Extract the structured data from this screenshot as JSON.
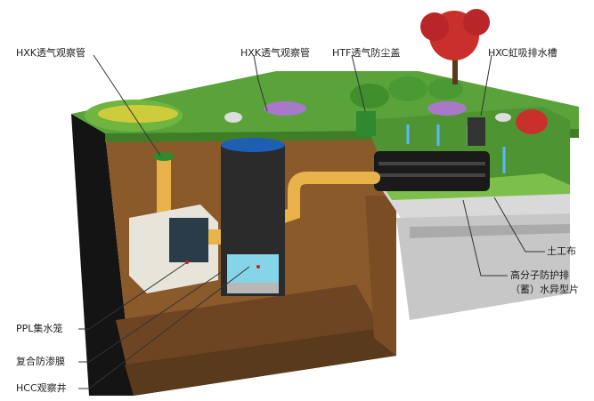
{
  "labels": {
    "hxk_left": "HXK透气观察管",
    "hxk_mid": "HXK透气观察管",
    "htf": "HTF透气防尘盖",
    "hxc": "HXC虹吸排水槽",
    "geotextile": "土工布",
    "drain_board_line1": "高分子防护排",
    "drain_board_line2": "（蓄）水异型片",
    "ppl": "PPL集水笼",
    "membrane": "复合防渗膜",
    "hcc": "HCC观察井"
  },
  "colors": {
    "soil": "#8b5a2b",
    "soil_dark": "#5a3a1c",
    "side_black": "#141414",
    "grass": "#5aa33b",
    "pipe": "#e8b34a",
    "well_body": "#2b2b2b",
    "well_cap": "#1e5fb5",
    "water": "#86d4e8",
    "concrete": "#d9d9d9",
    "flower_red": "#c9302c",
    "leader": "#333333"
  }
}
